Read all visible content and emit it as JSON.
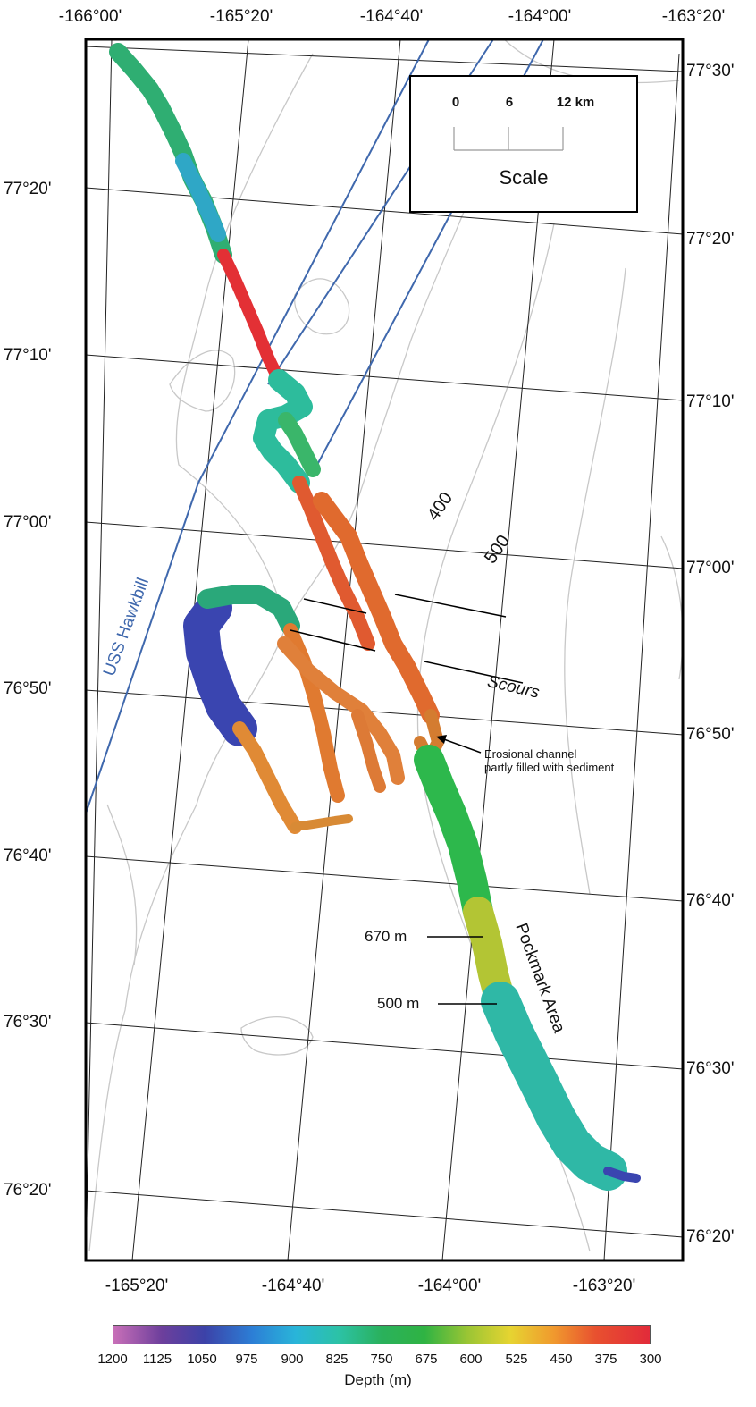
{
  "map": {
    "top_lon_labels": [
      "-166°00'",
      "-165°20'",
      "-164°40'",
      "-164°00'",
      "-163°20'"
    ],
    "bottom_lon_labels": [
      "-165°20'",
      "-164°40'",
      "-164°00'",
      "-163°20'"
    ],
    "left_lat_labels": [
      "77°20'",
      "77°10'",
      "77°00'",
      "76°50'",
      "76°40'",
      "76°30'",
      "76°20'"
    ],
    "right_lat_labels": [
      "77°30'",
      "77°20'",
      "77°10'",
      "77°00'",
      "76°50'",
      "76°40'",
      "76°30'",
      "76°20'"
    ]
  },
  "scale_bar": {
    "ticks": [
      "0",
      "6",
      "12 km"
    ],
    "title": "Scale"
  },
  "annotations": {
    "track_name": "USS Hawkbill",
    "contour_400": "400",
    "contour_500": "500",
    "scours": "Scours",
    "channel_line1": "Erosional channel",
    "channel_line2": "partly filled with sediment",
    "depth_670": "670 m",
    "depth_500": "500 m",
    "pockmark": "Pockmark Area"
  },
  "colorbar": {
    "ticks": [
      "1200",
      "1125",
      "1050",
      "975",
      "900",
      "825",
      "750",
      "675",
      "600",
      "525",
      "450",
      "375",
      "300"
    ],
    "title": "Depth (m)",
    "colors": [
      "#c86fb8",
      "#3c42a8",
      "#29b5d9",
      "#2ab15c",
      "#e6d431",
      "#e22b3a"
    ]
  },
  "colors": {
    "track": "#3f68ad",
    "contour": "#c8c8c8",
    "graticule": "#222222"
  }
}
